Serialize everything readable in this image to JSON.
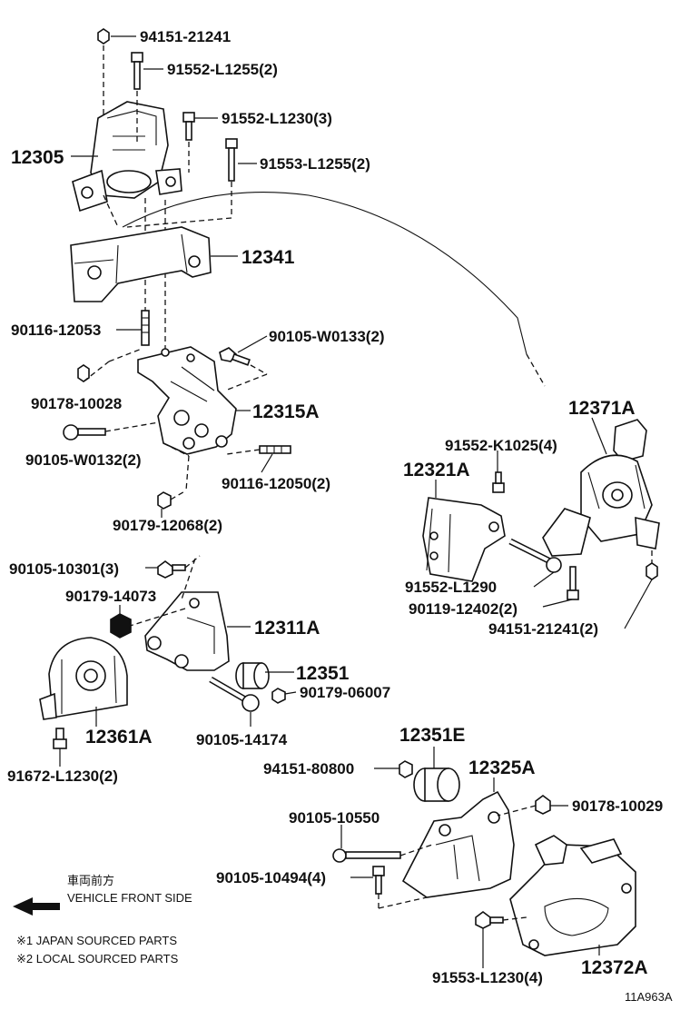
{
  "labels": {
    "l_94151_21241_top": "94151-21241",
    "l_91552_L1255": "91552-L1255(2)",
    "l_91552_L1230": "91552-L1230(3)",
    "l_91553_L1255": "91553-L1255(2)",
    "l_12305": "12305",
    "l_12341": "12341",
    "l_90116_12053": "90116-12053",
    "l_90105_W0133": "90105-W0133(2)",
    "l_90178_10028": "90178-10028",
    "l_12315A": "12315A",
    "l_90105_W0132": "90105-W0132(2)",
    "l_90116_12050": "90116-12050(2)",
    "l_90179_12068": "90179-12068(2)",
    "l_12371A": "12371A",
    "l_91552_K1025": "91552-K1025(4)",
    "l_12321A": "12321A",
    "l_91552_L1290": "91552-L1290",
    "l_90119_12402": "90119-12402(2)",
    "l_94151_21241_right": "94151-21241(2)",
    "l_90105_10301": "90105-10301(3)",
    "l_90179_14073": "90179-14073",
    "l_12311A": "12311A",
    "l_12351": "12351",
    "l_90179_06007": "90179-06007",
    "l_12361A": "12361A",
    "l_90105_14174": "90105-14174",
    "l_91672_L1230": "91672-L1230(2)",
    "l_12351E": "12351E",
    "l_94151_80800": "94151-80800",
    "l_12325A": "12325A",
    "l_90178_10029": "90178-10029",
    "l_90105_10550": "90105-10550",
    "l_90105_10494": "90105-10494(4)",
    "l_91553_L1230": "91553-L1230(4)",
    "l_12372A": "12372A"
  },
  "notes": {
    "front_jp": "車両前方",
    "front_en": "VEHICLE FRONT SIDE",
    "note1": "※1 JAPAN SOURCED PARTS",
    "note2": "※2 LOCAL SOURCED PARTS",
    "code": "11A963A"
  }
}
